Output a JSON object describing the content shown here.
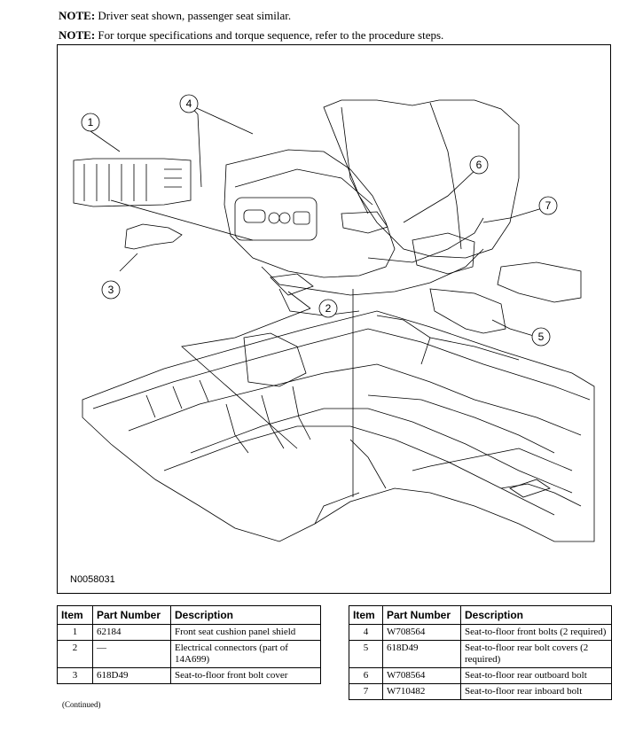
{
  "notes": {
    "note1_label": "NOTE:",
    "note1_text": " Driver seat shown, passenger seat similar.",
    "note2_label": "NOTE:",
    "note2_text": " For torque specifications and torque sequence, refer to the procedure steps."
  },
  "figure": {
    "id": "N0058031",
    "callouts": [
      "1",
      "2",
      "3",
      "4",
      "5",
      "6",
      "7"
    ]
  },
  "table_headers": {
    "item": "Item",
    "part_number": "Part Number",
    "description": "Description"
  },
  "parts_left": [
    {
      "item": "1",
      "part": "62184",
      "desc": "Front seat cushion panel shield"
    },
    {
      "item": "2",
      "part": "—",
      "desc": "Electrical connectors (part of 14A699)"
    },
    {
      "item": "3",
      "part": "618D49",
      "desc": "Seat-to-floor front bolt cover"
    }
  ],
  "parts_right": [
    {
      "item": "4",
      "part": "W708564",
      "desc": "Seat-to-floor front bolts (2 required)"
    },
    {
      "item": "5",
      "part": "618D49",
      "desc": "Seat-to-floor rear bolt covers (2 required)"
    },
    {
      "item": "6",
      "part": "W708564",
      "desc": "Seat-to-floor rear outboard bolt"
    },
    {
      "item": "7",
      "part": "W710482",
      "desc": "Seat-to-floor rear inboard bolt"
    }
  ],
  "continued": "(Continued)"
}
